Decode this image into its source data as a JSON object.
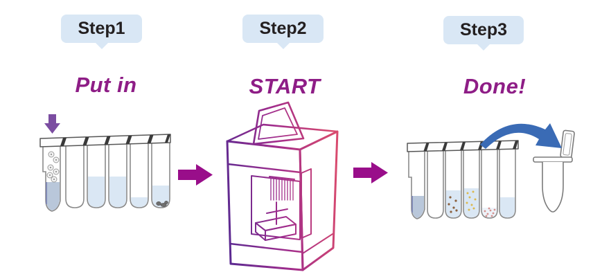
{
  "workflow": {
    "steps": [
      {
        "badge": "Step1",
        "action": "Put in",
        "illustration": "six-tube-reagent-strip-with-sample-being-loaded"
      },
      {
        "badge": "Step2",
        "action": "START",
        "illustration": "automated-extraction-instrument"
      },
      {
        "badge": "Step3",
        "action": "Done!",
        "illustration": "processed-strip-with-transfer-to-elution-tube"
      }
    ]
  },
  "icons": {
    "insert_arrow": "down-arrow",
    "flow_arrow": "right-block-arrow",
    "transfer_arrow": "curved-right-arrow"
  },
  "colors": {
    "badge_background": "#d9e7f5",
    "badge_text": "#231f20",
    "action_text": "#8e1d86",
    "flow_arrow": "#990e8a",
    "insert_arrow": "#7b4da1",
    "transfer_arrow": "#3a6bb5",
    "machine_gradient_left": "#5b2a91",
    "machine_gradient_mid": "#a02c8c",
    "machine_gradient_right": "#d84a6e",
    "liquid_light_blue": "#dae7f4",
    "liquid_sample_gray_blue": "#b9c7da"
  }
}
